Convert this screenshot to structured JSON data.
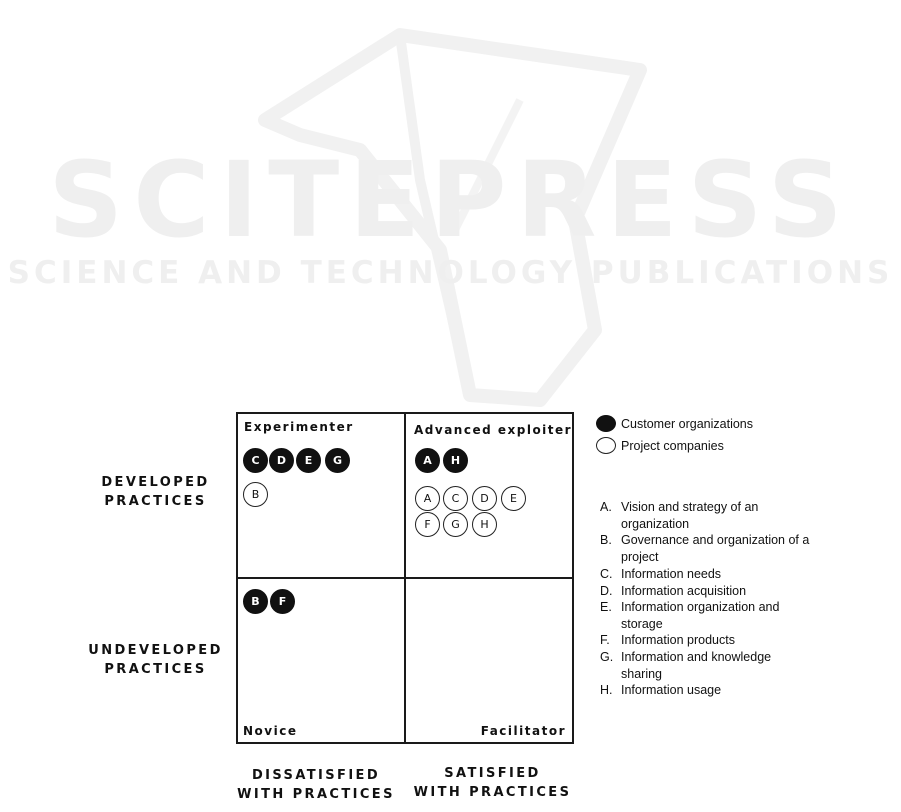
{
  "watermark": {
    "title": "SCITEPRESS",
    "subtitle": "SCIENCE AND TECHNOLOGY PUBLICATIONS"
  },
  "matrix": {
    "quadrants": {
      "top_left": "Experimenter",
      "top_right": "Advanced exploiter",
      "bottom_left": "Novice",
      "bottom_right": "Facilitator"
    },
    "rows": [
      "DEVELOPED\nPRACTICES",
      "UNDEVELOPED\nPRACTICES"
    ],
    "columns": [
      "DISSATISFIED\nWITH PRACTICES",
      "SATISFIED\nWITH PRACTICES"
    ],
    "markers": {
      "experimenter_customer": [
        "C",
        "D",
        "E",
        "G"
      ],
      "experimenter_project": [
        "B"
      ],
      "advanced_customer": [
        "A",
        "H"
      ],
      "advanced_project": [
        "A",
        "C",
        "D",
        "E",
        "F",
        "G",
        "H"
      ],
      "novice_customer": [
        "B",
        "F"
      ],
      "facilitator_customer": [],
      "facilitator_project": []
    }
  },
  "legend": {
    "customer": "Customer organizations",
    "project": "Project companies"
  },
  "key": [
    {
      "letter": "A.",
      "text": "Vision and strategy of an organization"
    },
    {
      "letter": "B.",
      "text": "Governance and organization of a project"
    },
    {
      "letter": "C.",
      "text": "Information needs"
    },
    {
      "letter": "D.",
      "text": "Information acquisition"
    },
    {
      "letter": "E.",
      "text": "Information organization and storage"
    },
    {
      "letter": "F.",
      "text": "Information products"
    },
    {
      "letter": "G.",
      "text": "Information and knowledge sharing"
    },
    {
      "letter": "H.",
      "text": "Information usage"
    }
  ]
}
